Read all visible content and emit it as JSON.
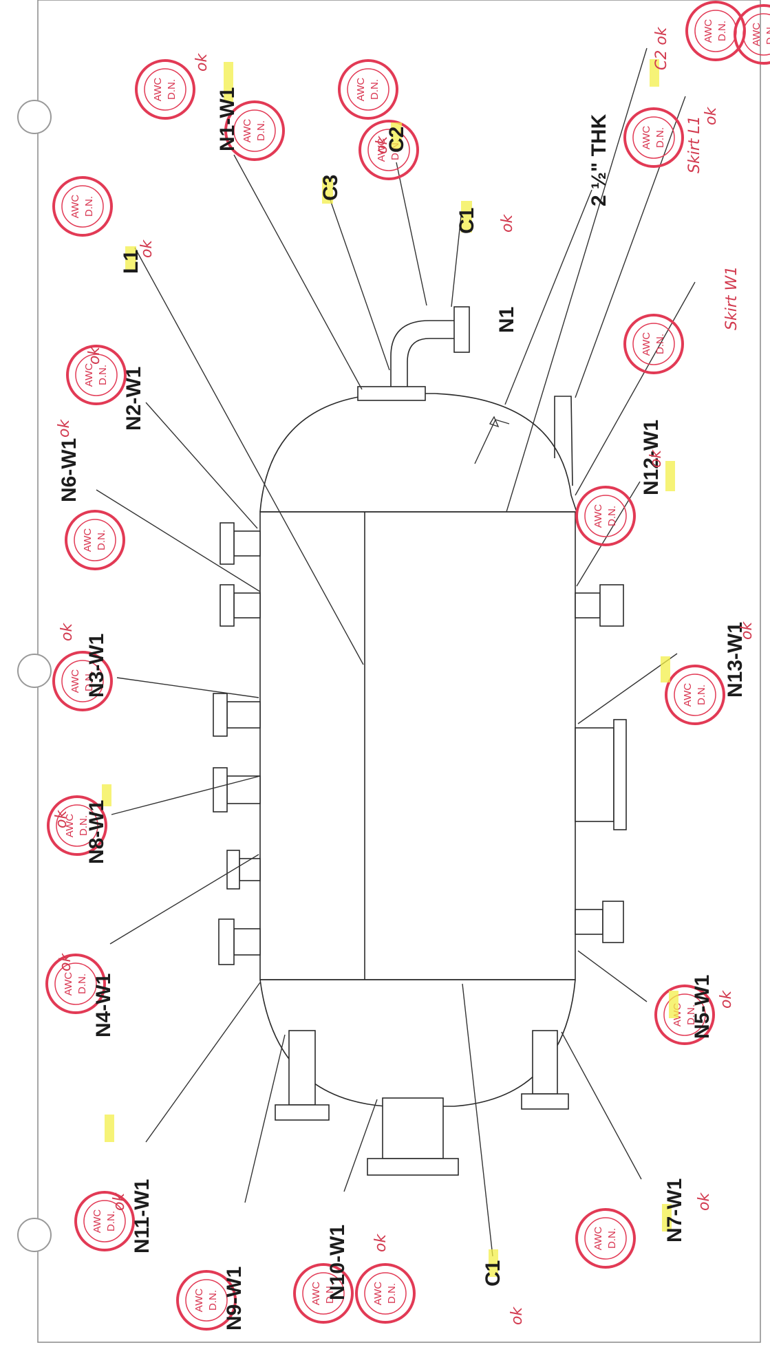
{
  "drawing": {
    "thickness_note": "2 ½\" THK",
    "nozzle_tag": "N1"
  },
  "weld_labels": {
    "N1_W1": "N1-W1",
    "C3": "C3",
    "C2": "C2",
    "C1_top": "C1",
    "L1": "L1",
    "N2_W1": "N2-W1",
    "N6_W1": "N6-W1",
    "N3_W1": "N3-W1",
    "N8_W1": "N8-W1",
    "N4_W1": "N4-W1",
    "N11_W1": "N11-W1",
    "N9_W1": "N9-W1",
    "N10_W1": "N10-W1",
    "C1_bottom": "C1",
    "N12_W1": "N12-W1",
    "N13_W1": "N13-W1",
    "N5_W1": "N5-W1",
    "N7_W1": "N7-W1"
  },
  "stamp": {
    "org": "AWC",
    "initials": "D.N."
  },
  "handwritten": {
    "ok": "ok",
    "skirt_l1": "Skirt L1",
    "skirt_w1": "Skirt W1",
    "c2_ok": "C2 ok"
  },
  "colors": {
    "stamp_red": "#e23a55",
    "highlight_yellow": "#f3ef4a",
    "ink": "#2a2a2a"
  }
}
